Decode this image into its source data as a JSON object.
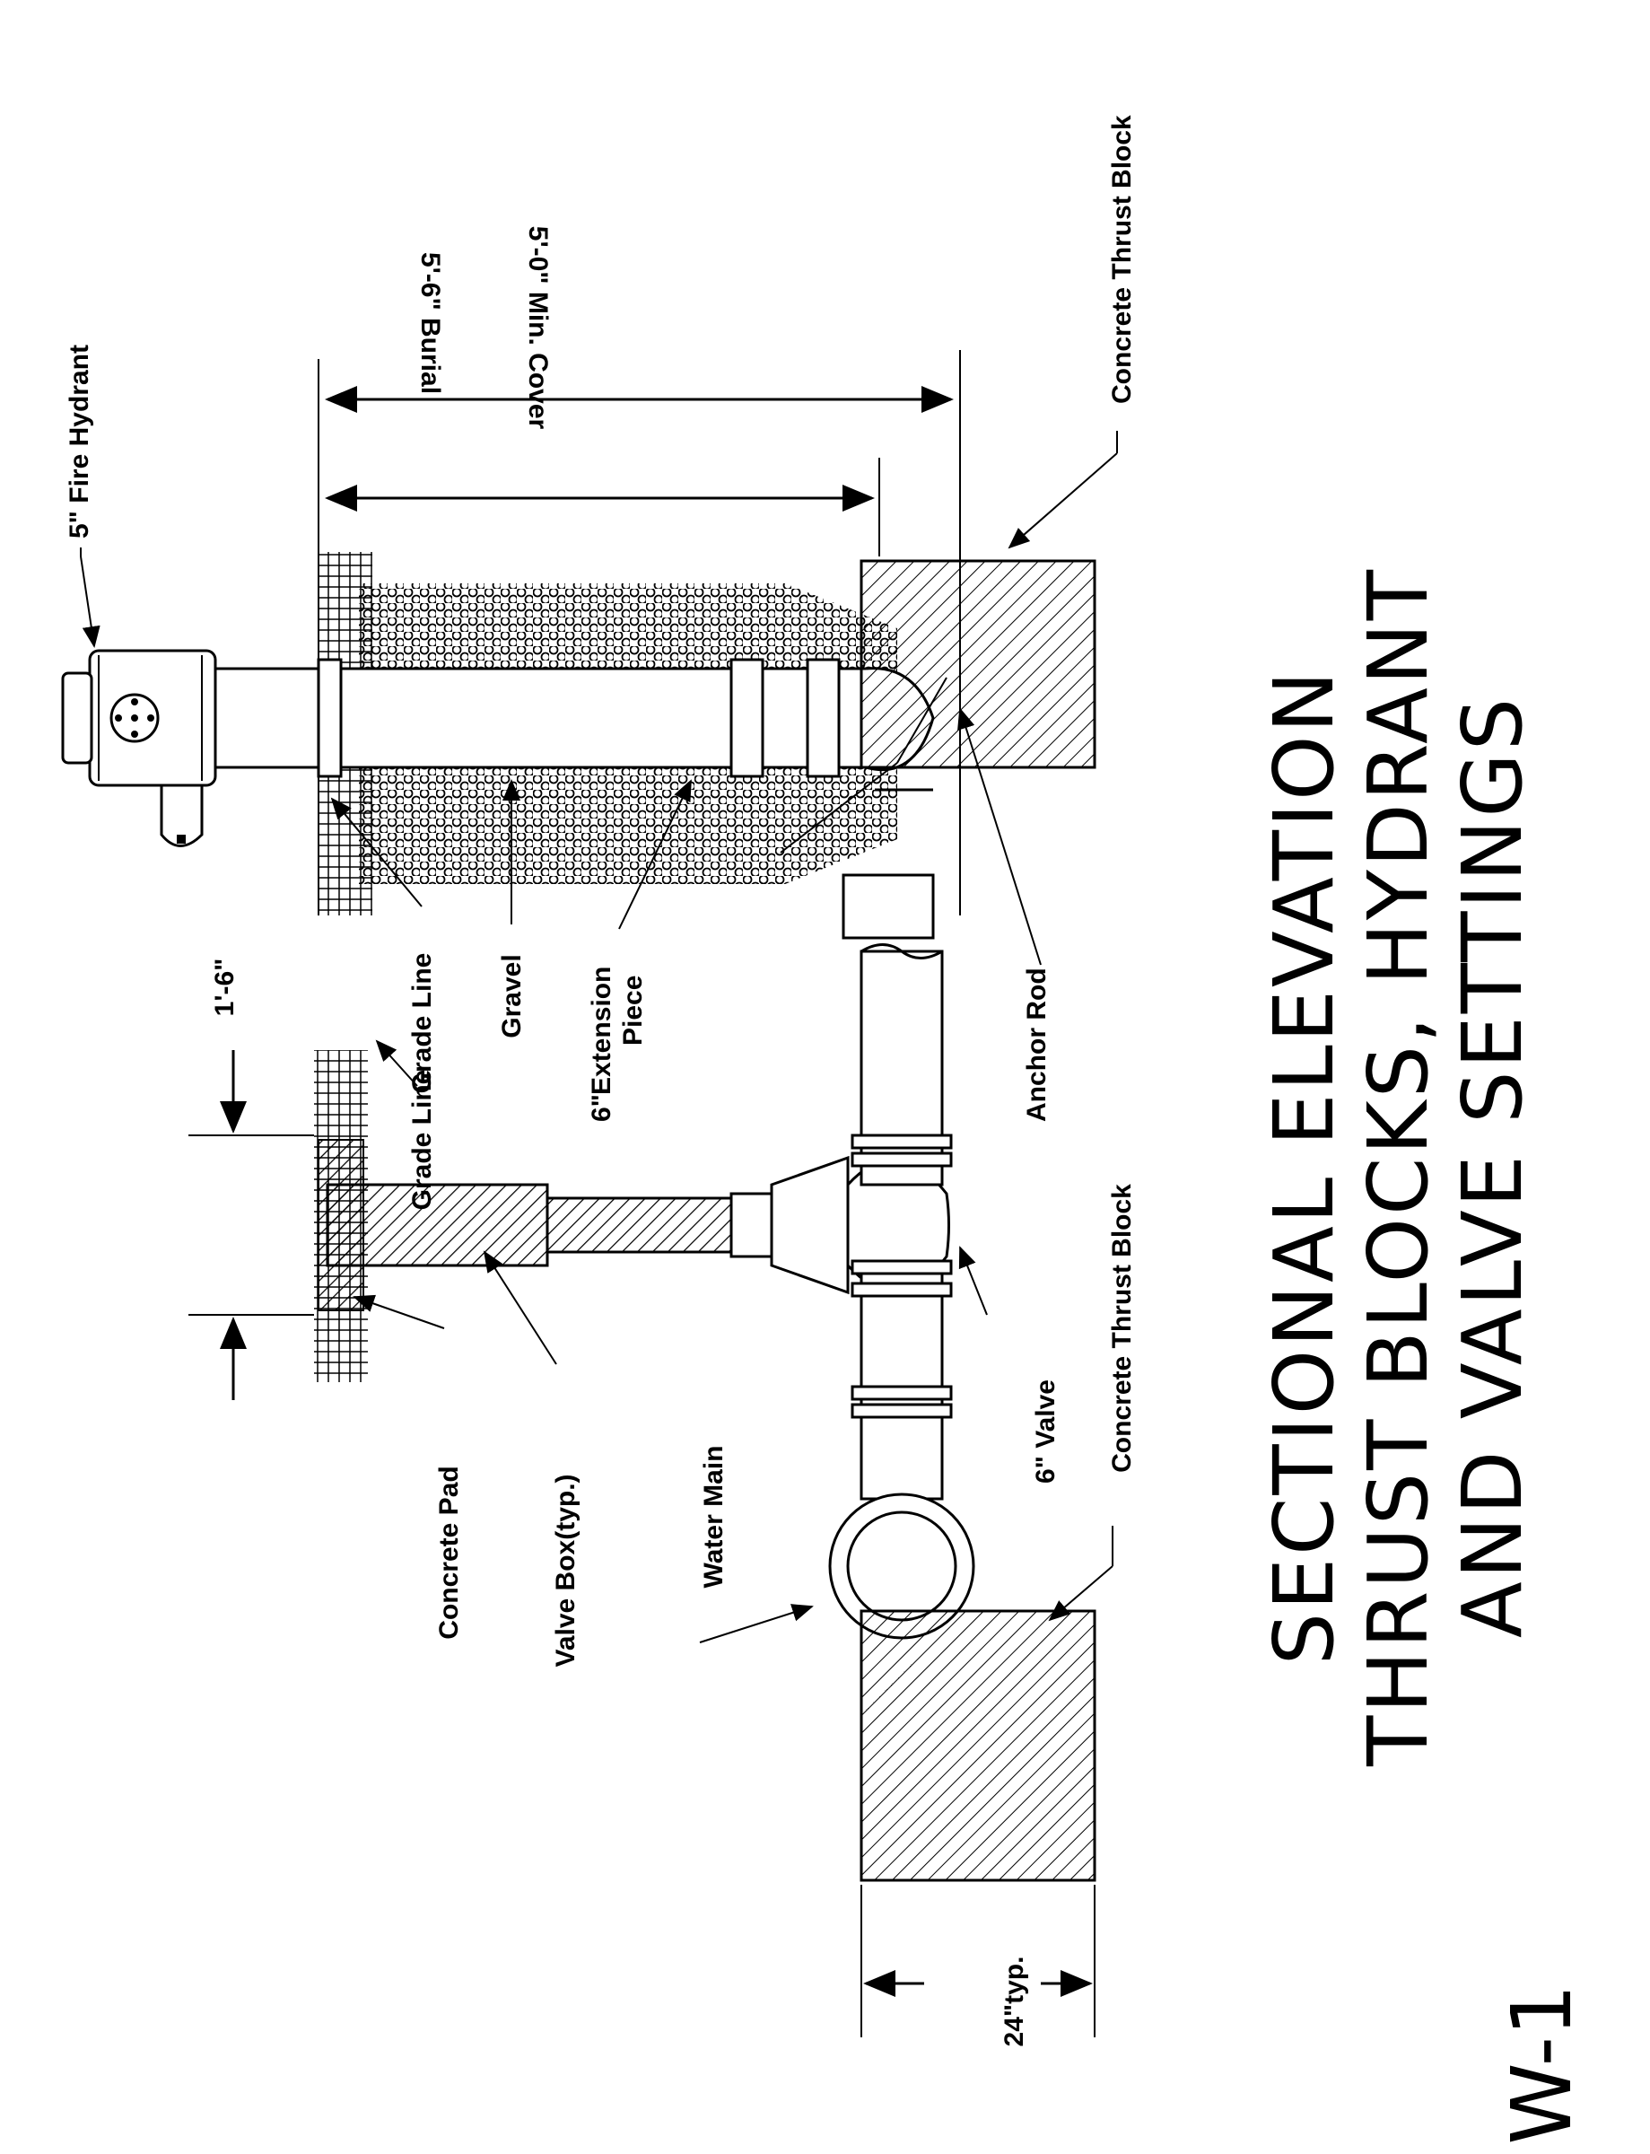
{
  "labels": {
    "fire_hydrant": "5\" Fire Hydrant",
    "concrete_thrust_block_top": "Concrete Thrust Block",
    "burial": "5'-6\" Burial",
    "min_cover": "5'-0\" Min. Cover",
    "grade_line_hydrant": "Grade Line",
    "gravel": "Gravel",
    "extension_piece_size": "6\"",
    "extension_piece_word1": "Extension",
    "extension_piece_word2": "Piece",
    "anchor_rod": "Anchor Rod",
    "pad_width": "1'-6\"",
    "grade_line_valve": "Grade Line",
    "concrete_pad": "Concrete Pad",
    "valve_box": "Valve Box(typ.)",
    "water_main": "Water Main",
    "valve": "6\" Valve",
    "concrete_thrust_block_bottom": "Concrete Thrust Block",
    "block_width": "24\"typ."
  },
  "title": {
    "line1": "SECTIONAL ELEVATION",
    "line2": "THRUST BLOCKS, HYDRANT",
    "line3": "AND VALVE SETTINGS"
  },
  "sheet_number": "W-1"
}
